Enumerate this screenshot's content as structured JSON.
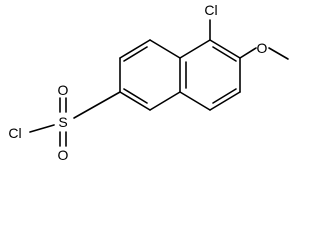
{
  "molecule": {
    "atoms": {
      "cl_top": "Cl",
      "o_methoxy": "O",
      "s_sulfonyl": "S",
      "o_sulfonyl_up": "O",
      "o_sulfonyl_down": "O",
      "cl_sulfonyl": "Cl"
    }
  },
  "colors": {
    "ink": "#000000",
    "background": "#ffffff"
  }
}
